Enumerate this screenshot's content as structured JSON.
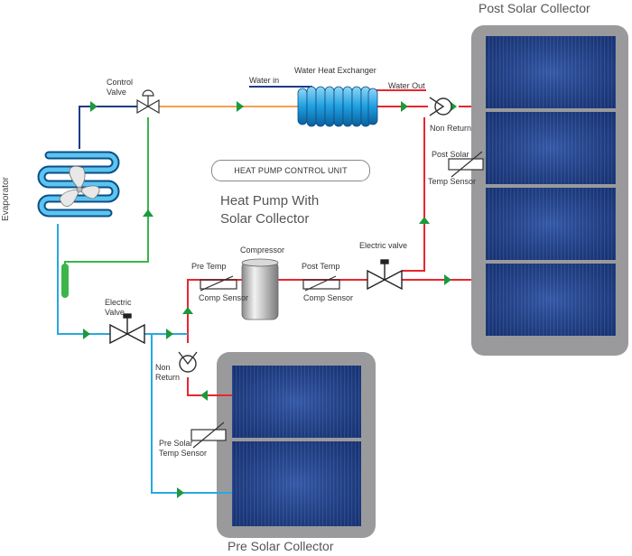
{
  "titles": {
    "post_collector": "Post Solar Collector",
    "pre_collector": "Pre Solar Collector",
    "system_line1": "Heat Pump With",
    "system_line2": "Solar Collector",
    "control_unit": "HEAT PUMP CONTROL UNIT",
    "evaporator": "Evaporator"
  },
  "labels": {
    "water_hex": "Water Heat Exchanger",
    "water_in": "Water in",
    "water_out": "Water Out",
    "control_valve_1": "Control",
    "control_valve_2": "Valve",
    "non_return_top": "Non Return",
    "post_sensor_1": "Post Solar",
    "post_sensor_2": "Temp Sensor",
    "compressor": "Compressor",
    "pre_temp_1": "Pre Temp",
    "pre_temp_2": "Comp Sensor",
    "post_temp_1": "Post Temp",
    "post_temp_2": "Comp Sensor",
    "electric_valve_right": "Electric valve",
    "electric_valve_left_1": "Electric",
    "electric_valve_left_2": "Valve",
    "non_return_left_1": "Non",
    "non_return_left_2": "Return",
    "pre_sensor_1": "Pre Solar",
    "pre_sensor_2": "Temp Sensor"
  },
  "colors": {
    "pipe_red": "#e8262f",
    "pipe_blue": "#29a8e0",
    "pipe_green": "#3cb54a",
    "pipe_orange": "#f5a04a",
    "pipe_navy": "#1e3a8a",
    "arrow_green": "#1a9a3c",
    "panel_frame": "#9a9a9c",
    "panel_blue": "#1e3c7e"
  }
}
